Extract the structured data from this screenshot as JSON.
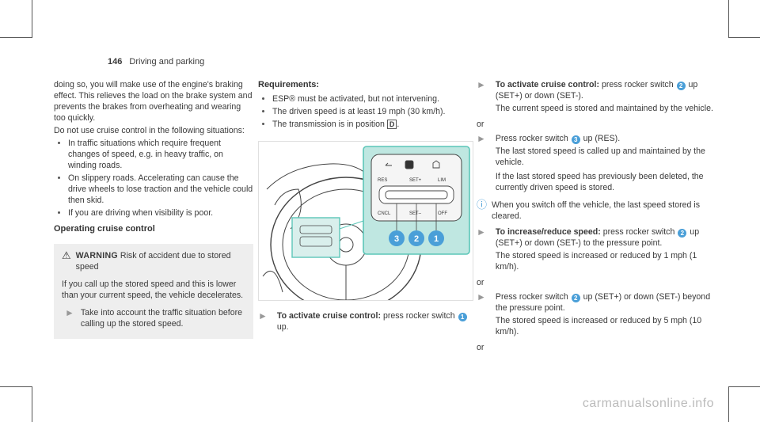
{
  "header": {
    "page_number": "146",
    "section": "Driving and parking"
  },
  "col1": {
    "intro_paragraph": "doing so, you will make use of the engine's braking effect. This relieves the load on the brake system and prevents the brakes from overheating and wearing too quickly.",
    "do_not_use": "Do not use cruise control in the following situations:",
    "situations": [
      "In traffic situations which require frequent changes of speed, e.g. in heavy traffic, on winding roads.",
      "On slippery roads. Accelerating can cause the drive wheels to lose traction and the vehicle could then skid.",
      "If you are driving when visibility is poor."
    ],
    "operating_heading": "Operating cruise control",
    "warning_title": "WARNING",
    "warning_text": "Risk of accident due to stored speed",
    "warning_body": "If you call up the stored speed and this is lower than your current speed, the vehicle decelerates.",
    "warning_tip": "Take into account the traffic situation before calling up the stored speed."
  },
  "col2": {
    "requirements_heading": "Requirements:",
    "requirements": [
      "ESP® must be activated, but not intervening.",
      "The driven speed is at least 19 mph (30 km/h).",
      "The transmission is in position"
    ],
    "gear_symbol": "D",
    "figure": {
      "labels": {
        "res": "RES",
        "set_plus": "SET+",
        "cncl": "CNCL",
        "set_minus": "SET–",
        "lim": "LIM",
        "off": "OFF"
      },
      "callouts": [
        "3",
        "2",
        "1"
      ]
    },
    "activate_label": "To activate cruise control:",
    "activate_text": "press rocker switch",
    "activate_num": "1",
    "activate_tail": "up."
  },
  "col3": {
    "step1_label": "To activate cruise control:",
    "step1_text_a": "press rocker switch",
    "step1_num": "2",
    "step1_text_b": "up (SET+) or down (SET-).",
    "step1_text_c": "The current speed is stored and maintained by the vehicle.",
    "or1": "or",
    "step2_text_a": "Press rocker switch",
    "step2_num": "3",
    "step2_text_b": "up (RES).",
    "step2_text_c": "The last stored speed is called up and maintained by the vehicle.",
    "step2_text_d": "If the last stored speed has previously been deleted, the currently driven speed is stored.",
    "info_text": "When you switch off the vehicle, the last speed stored is cleared.",
    "step3_label": "To increase/reduce speed:",
    "step3_text_a": "press rocker switch",
    "step3_num": "2",
    "step3_text_b": "up (SET+) or down (SET-) to the pressure point.",
    "step3_text_c": "The stored speed is increased or reduced by 1 mph (1 km/h).",
    "or2": "or",
    "step4_text_a": "Press rocker switch",
    "step4_num": "2",
    "step4_text_b": "up (SET+) or down (SET-) beyond the pressure point.",
    "step4_text_c": "The stored speed is increased or reduced by 5 mph (10 km/h).",
    "or3": "or"
  },
  "watermark": "carmanualsonline.info",
  "colors": {
    "accent": "#4a9fd8",
    "highlight": "#5cc6b8",
    "text": "#3a3a3a"
  }
}
